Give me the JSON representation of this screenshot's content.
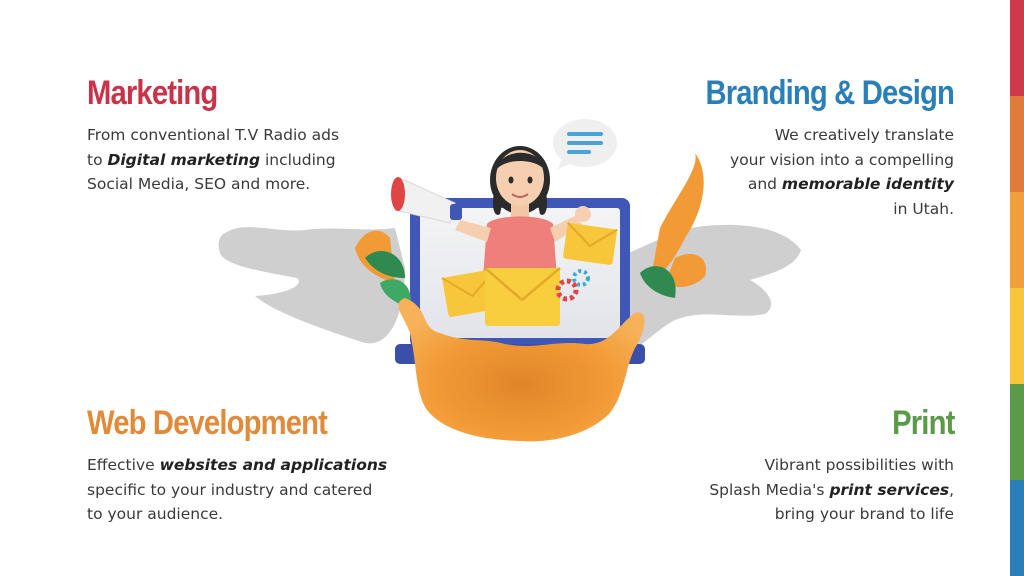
{
  "stripe_colors": [
    "#d0394a",
    "#e07b3a",
    "#f0a03a",
    "#f7c63b",
    "#5a9a48",
    "#2a7fb8"
  ],
  "sections": {
    "marketing": {
      "title": "Marketing",
      "color": "#c9334a",
      "line1": "From conventional T.V Radio ads",
      "line2_pre": "to ",
      "line2_bold": "Digital marketing",
      "line2_post": " including",
      "line3": "Social Media, SEO and more."
    },
    "branding": {
      "title": "Branding & Design",
      "color": "#2a7fb8",
      "line1": "We creatively translate",
      "line2": "your vision into a compelling",
      "line3_pre": "and ",
      "line3_bold": "memorable identity",
      "line4": "in Utah."
    },
    "webdev": {
      "title": "Web Development",
      "color": "#e08a3a",
      "line1_pre": "Effective ",
      "line1_bold": "websites and applications",
      "line2": "specific to your industry and catered",
      "line3": "to your audience."
    },
    "print": {
      "title": "Print",
      "color": "#5a9a48",
      "line1": "Vibrant possibilities with",
      "line2_pre": "Splash Media's ",
      "line2_bold": "print services",
      "line2_post": ",",
      "line3": "bring your brand to life"
    }
  },
  "icons": {
    "illustration": "woman-with-megaphone-laptop-illustration",
    "megaphone": "megaphone-icon",
    "speech_bubble": "chat-bubble-icon",
    "envelope": "envelope-icon",
    "gear": "gear-icon"
  }
}
